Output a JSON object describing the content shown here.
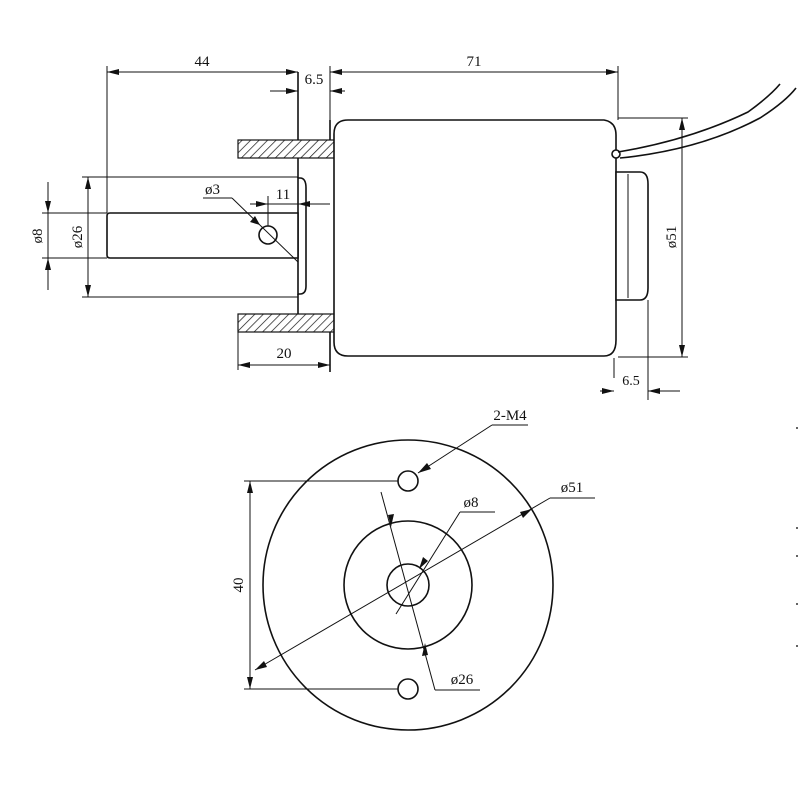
{
  "side_view": {
    "dim_44": "44",
    "dim_6_5": "6.5",
    "dim_71": "71",
    "dim_phi3": "ø3",
    "dim_11": "11",
    "dim_phi8": "ø8",
    "dim_phi26": "ø26",
    "dim_phi51": "ø51",
    "dim_20": "20",
    "dim_6_5_rear": "6.5"
  },
  "front_view": {
    "label_2m4": "2-M4",
    "dim_phi51": "ø51",
    "dim_phi8": "ø8",
    "dim_40": "40",
    "dim_phi26": "ø26"
  }
}
